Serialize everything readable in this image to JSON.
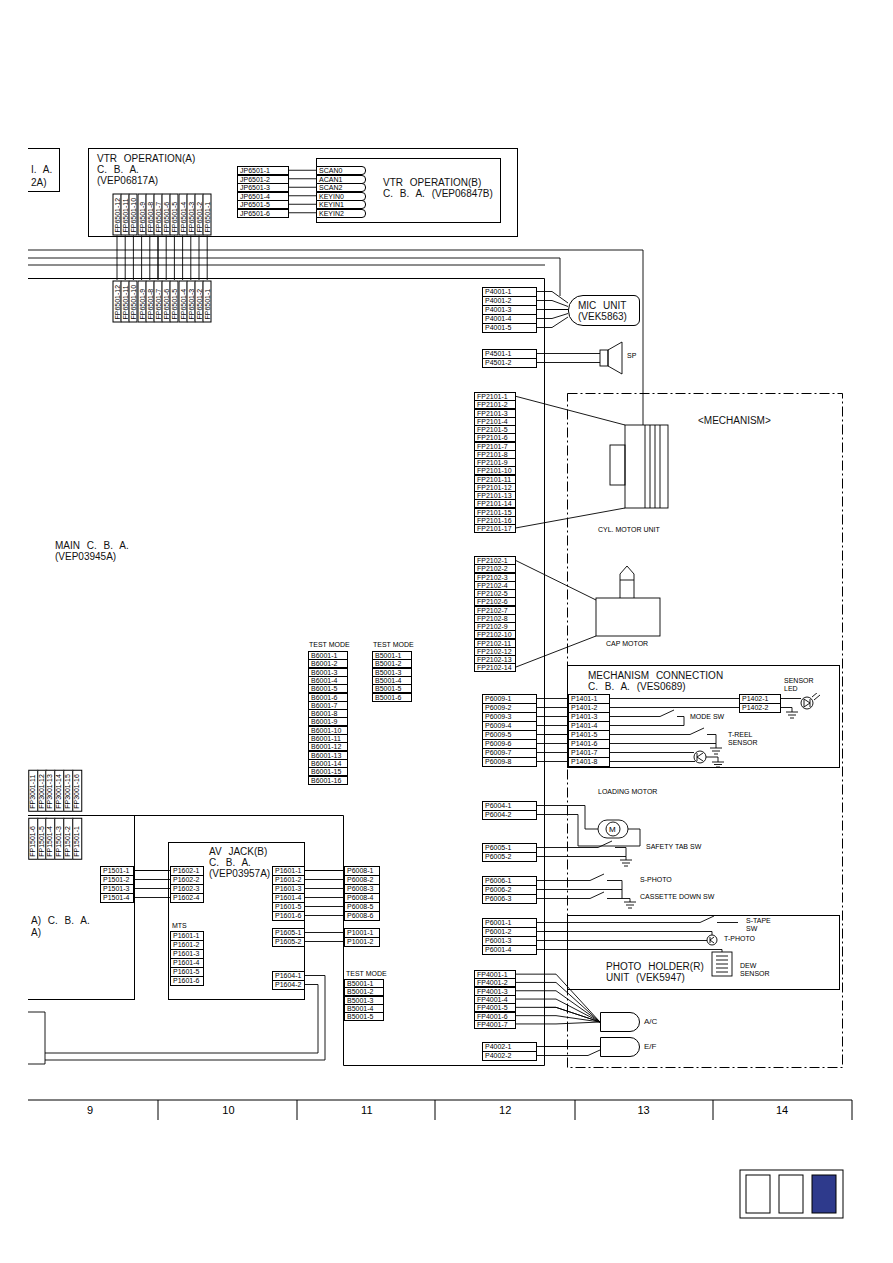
{
  "diagram": {
    "nodes": [
      {
        "text": [
          "I. A.",
          "2A)"
        ]
      },
      {
        "text": [
          "VTR OPERATION(A) C. B. A. (VEP06817A)"
        ]
      },
      {
        "text": [
          "VTR OPERATION(B) C. B. A. (VEP06847B)"
        ],
        "in": 1
      },
      {
        "text": [
          "MAIN C. B. A. (VEP03945A)"
        ]
      },
      {
        "text": [
          "MIC UNIT (VEK5863)"
        ]
      },
      {
        "text": [
          "A) C. B. A.",
          "A)"
        ]
      },
      {
        "text": [
          "AV JACK(B) C. B. A. (VEP03957A)"
        ]
      },
      {
        "text": [
          "<MECHANISM>"
        ]
      },
      {
        "text": [
          "MECHANISM CONNECTION C. B. A. (VES0689)"
        ],
        "in": 7
      },
      {
        "text": [
          "PHOTO HOLDER(R) UNIT (VEK5947)"
        ],
        "in": 7
      },
      {
        "text": [
          "A/C"
        ],
        "in": 7
      },
      {
        "text": [
          "E/F"
        ],
        "in": 7
      }
    ],
    "edges": [
      {
        "from": 1,
        "to": 3,
        "arrow": "none"
      },
      {
        "from": 3,
        "to": 4,
        "arrow": "none"
      },
      {
        "from": 3,
        "to": 8,
        "arrow": "none"
      },
      {
        "from": 3,
        "to": 9,
        "arrow": "none"
      },
      {
        "from": 3,
        "to": 10,
        "arrow": "none"
      },
      {
        "from": 3,
        "to": 11,
        "arrow": "none"
      },
      {
        "from": 6,
        "to": 3,
        "arrow": "none"
      },
      {
        "from": 5,
        "to": 6,
        "arrow": "none"
      }
    ],
    "labels": [
      "FP6501-12",
      "FP6501-11",
      "FP6501-10",
      "FP6501-9",
      "FP6501-8",
      "FP6501-7",
      "FP6501-6",
      "FP6501-5",
      "FP6501-4",
      "FP6501-3",
      "FP6501-2",
      "FP6501-1",
      "JP6501-1",
      "JP6501-2",
      "JP6501-3",
      "JP6501-4",
      "JP6501-5",
      "JP6501-6",
      "SCAN0",
      "ACAN1",
      "SCAN2",
      "KEYIN0",
      "KEYIN1",
      "KEYIN2",
      "FP6501-12",
      "FP6501-11",
      "FP6501-10",
      "FP6501-9",
      "FP6501-8",
      "FP6501-7",
      "FP6501-6",
      "FP6501-5",
      "FP6501-4",
      "FP6501-3",
      "FP6501-2",
      "FP6501-1",
      "P4001-1",
      "P4001-2",
      "P4001-3",
      "P4001-4",
      "P4001-5",
      "P4501-1",
      "P4501-2",
      "SP",
      "FP2101-1",
      "FP2101-2",
      "FP2101-3",
      "FP2101-4",
      "FP2101-5",
      "FP2101-6",
      "FP2101-7",
      "FP2101-8",
      "FP2101-9",
      "FP2101-10",
      "FP2101-11",
      "FP2101-12",
      "FP2101-13",
      "FP2101-14",
      "FP2101-15",
      "FP2101-16",
      "FP2101-17",
      "CYL. MOTOR UNIT",
      "FP2102-1",
      "FP2102-2",
      "FP2102-3",
      "FP2102-4",
      "FP2102-5",
      "FP2102-6",
      "FP2102-7",
      "FP2102-8",
      "FP2102-9",
      "FP2102-10",
      "FP2102-11",
      "FP2102-12",
      "FP2102-13",
      "FP2102-14",
      "CAP MOTOR",
      "TEST MODE",
      "B6001-1",
      "B6001-2",
      "B6001-3",
      "B6001-4",
      "B6001-5",
      "B6001-6",
      "B6001-7",
      "B6001-8",
      "B6001-9",
      "B6001-10",
      "B6001-11",
      "B6001-12",
      "B6001-13",
      "B6001-14",
      "B6001-15",
      "B6001-16",
      "TEST MODE",
      "B5001-1",
      "B5001-2",
      "B5001-3",
      "B5001-4",
      "B5001-5",
      "B5001-6",
      "P6009-1",
      "P6009-2",
      "P6009-3",
      "P6009-4",
      "P6009-5",
      "P6009-6",
      "P6009-7",
      "P6009-8",
      "P1401-1",
      "P1401-2",
      "P1401-3",
      "P1401-4",
      "P1401-5",
      "P1401-6",
      "P1401-7",
      "P1401-8",
      "P1402-1",
      "P1402-2",
      "SENSOR LED",
      "MODE SW",
      "T-REEL SENSOR",
      "LOADING MOTOR",
      "M",
      "P6004-1",
      "P6004-2",
      "P6005-1",
      "P6005-2",
      "SAFETY TAB SW",
      "P6006-1",
      "P6006-2",
      "P6006-3",
      "S-PHOTO",
      "CASSETTE DOWN SW",
      "P6001-1",
      "P6001-2",
      "P6001-3",
      "P6001-4",
      "S-TAPE SW",
      "T-PHOTO",
      "DEW SENSOR",
      "FP4001-1",
      "FP4001-2",
      "FP4001-3",
      "FP4001-4",
      "FP4001-5",
      "FP4001-6",
      "FP4001-7",
      "P4002-1",
      "P4002-2",
      "FP3001-11",
      "FP3001-12",
      "FP3001-13",
      "FP3001-14",
      "FP3001-15",
      "FP3001-16",
      "FP1501-6",
      "FP1501-5",
      "FP1501-4",
      "FP1501-3",
      "FP1501-2",
      "FP1501-1",
      "P1501-1",
      "P1501-2",
      "P1501-3",
      "P1501-4",
      "P1602-1",
      "P1602-2",
      "P1602-3",
      "P1602-4",
      "MTS",
      "P1601-1",
      "P1601-2",
      "P1601-3",
      "P1601-4",
      "P1601-5",
      "P1601-6",
      "P1601-1",
      "P1601-2",
      "P1601-3",
      "P1601-4",
      "P1601-5",
      "P1601-6",
      "P6008-1",
      "P6008-2",
      "P6008-3",
      "P6008-4",
      "P6008-5",
      "P6008-6",
      "P1605-1",
      "P1605-2",
      "P1001-1",
      "P1001-2",
      "P1604-1",
      "P1604-2",
      "TEST MODE",
      "B5001-1",
      "B5001-2",
      "B5001-3",
      "B5001-4",
      "B5001-5",
      "9",
      "10",
      "11",
      "12",
      "13",
      "14"
    ]
  }
}
